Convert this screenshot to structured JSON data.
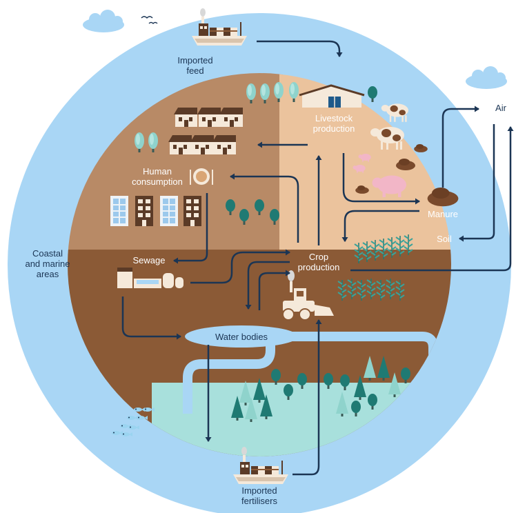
{
  "labels": {
    "imported_feed": [
      "Imported",
      "feed"
    ],
    "livestock_production": [
      "Livestock",
      "production"
    ],
    "human_consumption": [
      "Human",
      "consumption"
    ],
    "air": "Air",
    "manure": "Manure",
    "soil": "Soil",
    "sewage": "Sewage",
    "crop_production": [
      "Crop",
      "production"
    ],
    "coastal_marine": [
      "Coastal",
      "and marine",
      "areas"
    ],
    "water_bodies": "Water bodies",
    "imported_fertilisers": [
      "Imported",
      "fertilisers"
    ]
  },
  "colors": {
    "outer_ring": "#a9d6f5",
    "upper_left": "#b88a66",
    "upper_right": "#ebc39d",
    "soil_band": "#8b5a36",
    "lake": "#a8e0dc",
    "water_channel": "#a9d6f5",
    "arrow": "#1b3554",
    "tree": "#1f7a73",
    "pale_tree": "#8fd3cc"
  },
  "icons": [
    "cloud-icon",
    "birds-icon",
    "ship-icon",
    "barn-icon",
    "cow-icon",
    "pig-icon",
    "manure-pile-icon",
    "house-icon",
    "apartment-icon",
    "plate-icon",
    "tree-icon",
    "crop-icon",
    "tractor-icon",
    "treatment-plant-icon",
    "fish-icon"
  ]
}
